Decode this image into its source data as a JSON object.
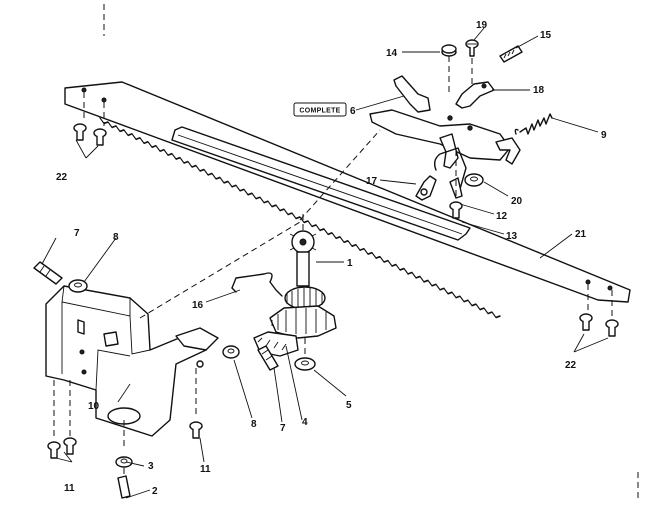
{
  "complete_tag": "COMPLETE",
  "callouts": {
    "c1": "1",
    "c2": "2",
    "c3": "3",
    "c4": "4",
    "c5": "5",
    "c6": "6",
    "c7a": "7",
    "c7b": "7",
    "c8a": "8",
    "c8b": "8",
    "c9": "9",
    "c10": "10",
    "c11a": "11",
    "c11b": "11",
    "c12": "12",
    "c13": "13",
    "c14": "14",
    "c15": "15",
    "c16": "16",
    "c17": "17",
    "c18": "18",
    "c19": "19",
    "c20": "20",
    "c21": "21",
    "c22a": "22",
    "c22b": "22"
  }
}
